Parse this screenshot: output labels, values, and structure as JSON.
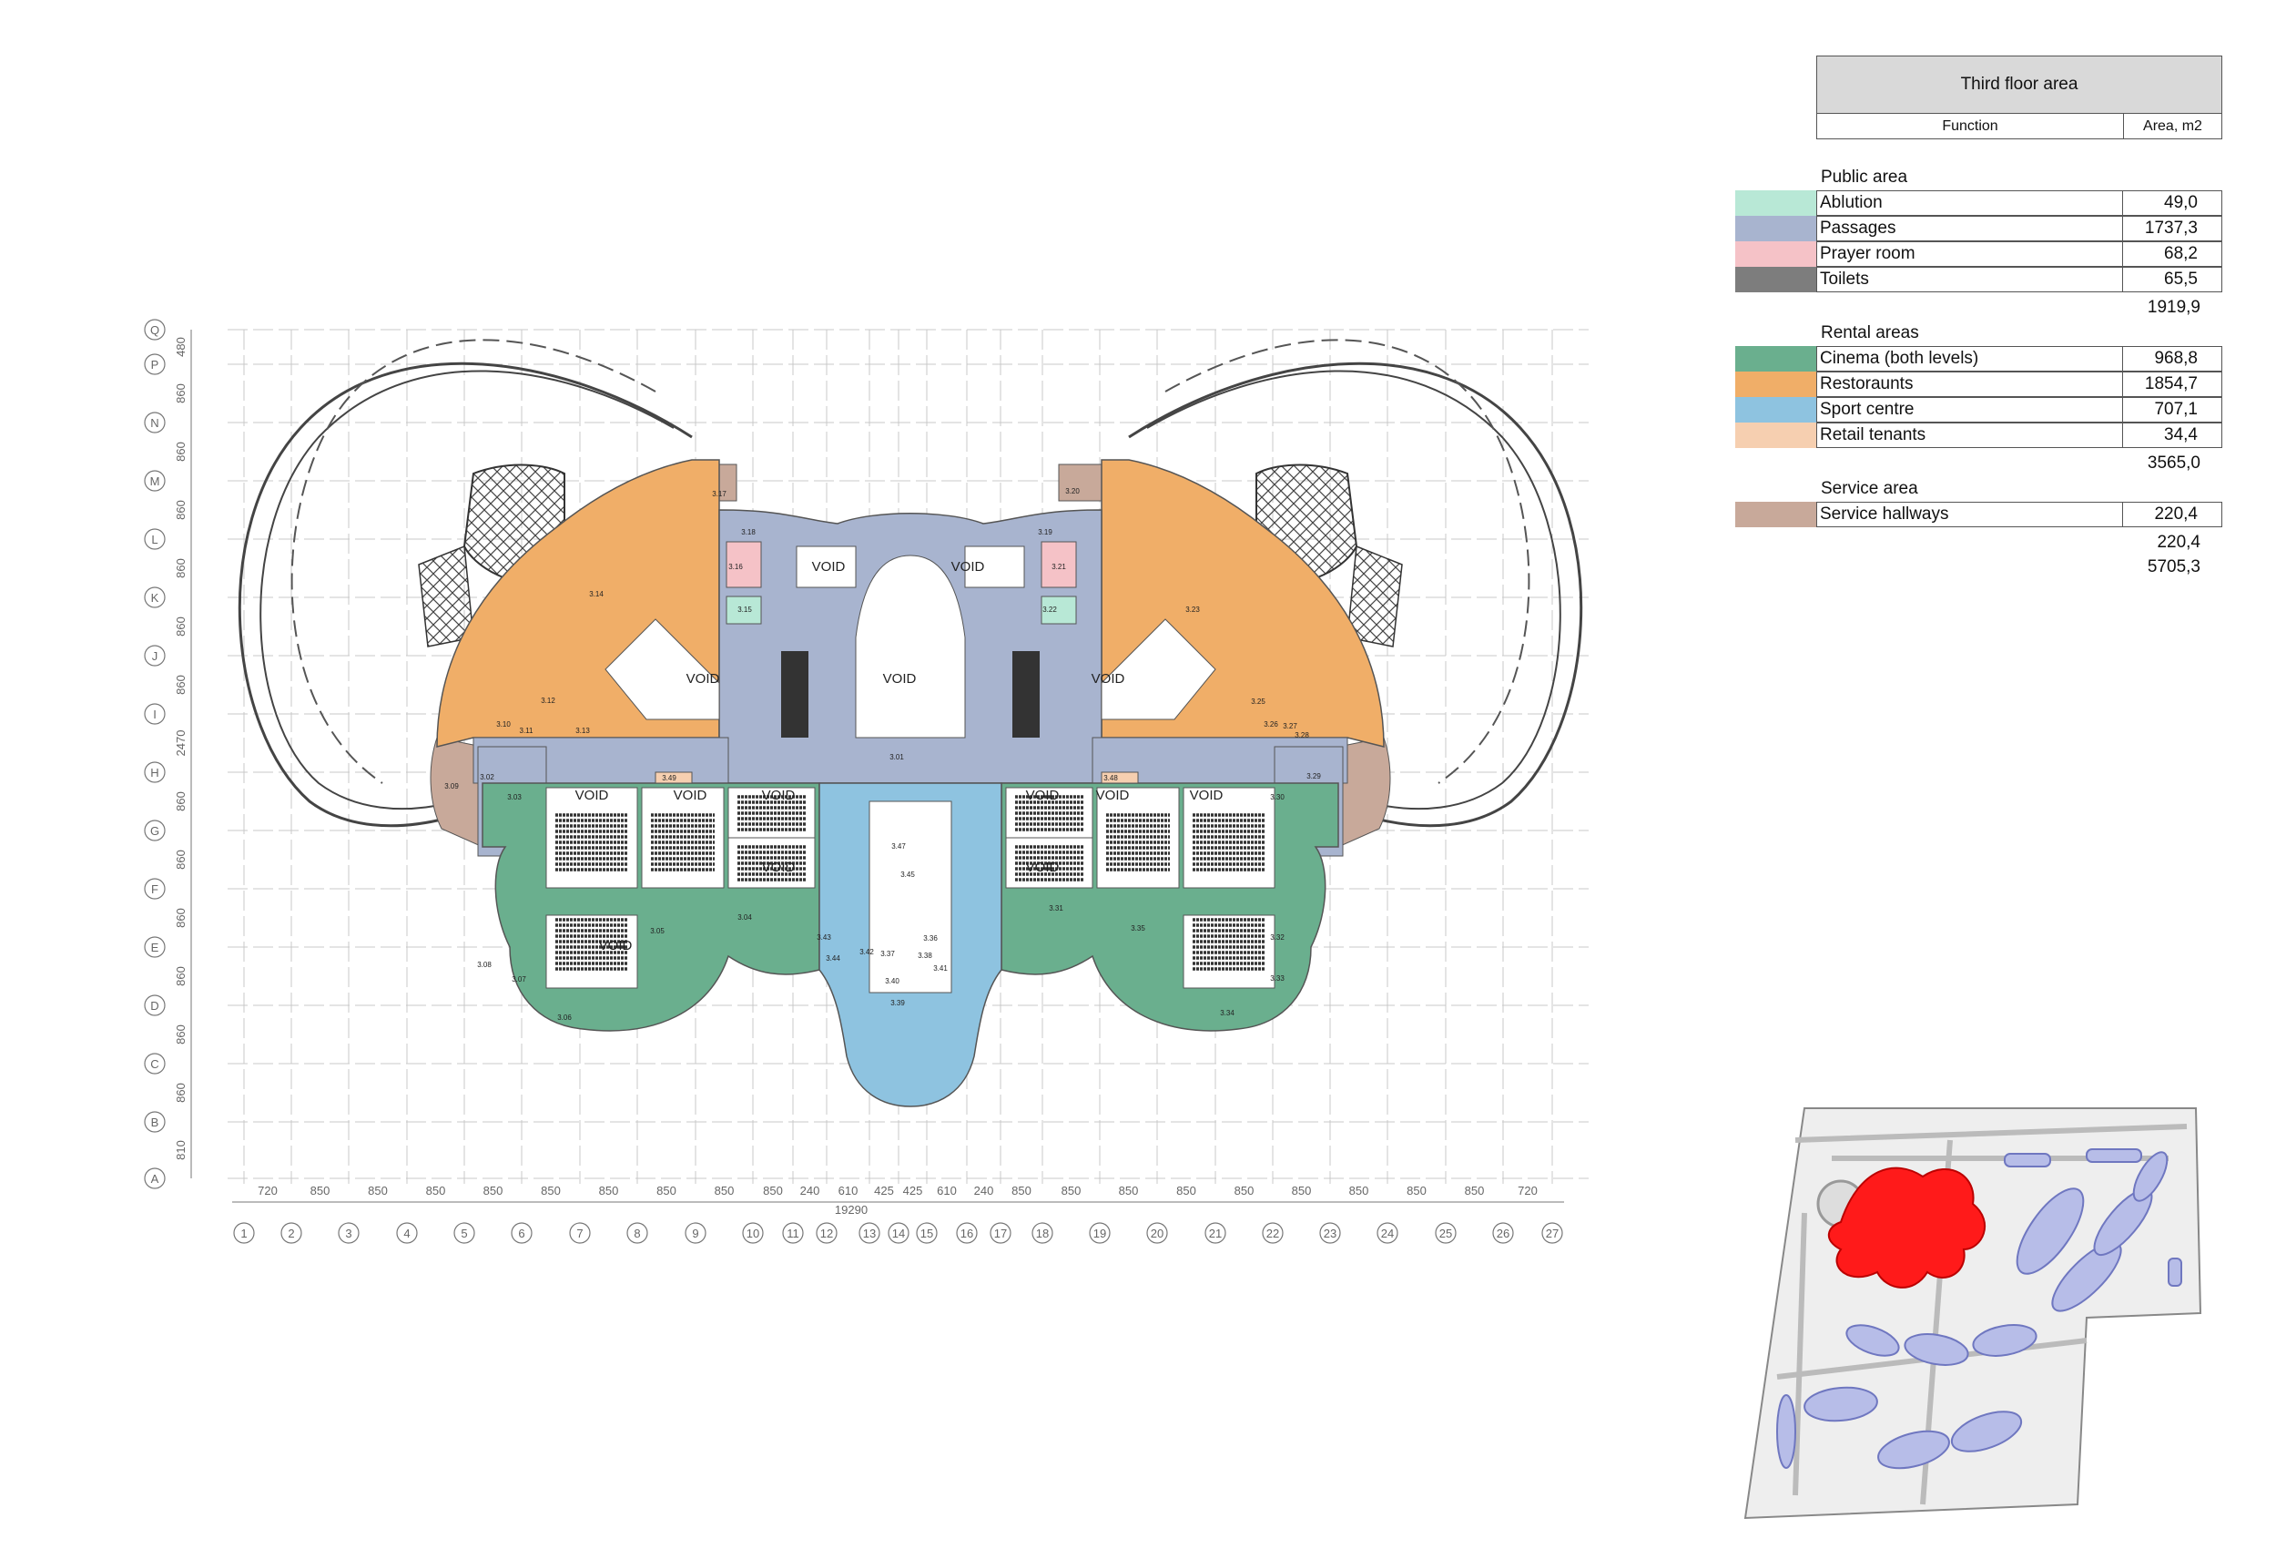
{
  "table": {
    "title": "Third floor area",
    "col_function": "Function",
    "col_area": "Area, m2",
    "sections": [
      {
        "title": "Public area",
        "rows": [
          {
            "name": "Ablution",
            "value": "49,0",
            "color": "#b8e8d6"
          },
          {
            "name": "Passages",
            "value": "1737,3",
            "color": "#a8b4cf"
          },
          {
            "name": "Prayer room",
            "value": "68,2",
            "color": "#f5c2c7"
          },
          {
            "name": "Toilets",
            "value": "65,5",
            "color": "#7d7d7d"
          }
        ],
        "total": "1919,9"
      },
      {
        "title": "Rental areas",
        "rows": [
          {
            "name": "Cinema (both levels)",
            "value": "968,8",
            "color": "#6aaf8e"
          },
          {
            "name": "Restoraunts",
            "value": "1854,7",
            "color": "#f0ae68"
          },
          {
            "name": "Sport centre",
            "value": "707,1",
            "color": "#8ec3e0"
          },
          {
            "name": "Retail tenants",
            "value": "34,4",
            "color": "#f6cfb0"
          }
        ],
        "total": "3565,0"
      },
      {
        "title": "Service area",
        "rows": [
          {
            "name": "Service hallways",
            "value": "220,4",
            "color": "#c8a99a"
          }
        ],
        "total": "220,4"
      }
    ],
    "grand_total": "5705,3"
  },
  "plan": {
    "row_axes": [
      "Q",
      "P",
      "N",
      "M",
      "L",
      "K",
      "J",
      "I",
      "H",
      "G",
      "F",
      "E",
      "D",
      "C",
      "B",
      "A"
    ],
    "row_dims": [
      "480",
      "860",
      "860",
      "860",
      "860",
      "860",
      "860",
      "2470",
      "860",
      "860",
      "860",
      "860",
      "860",
      "860",
      "810"
    ],
    "col_axes": [
      "1",
      "2",
      "3",
      "4",
      "5",
      "6",
      "7",
      "8",
      "9",
      "10",
      "11",
      "12",
      "13",
      "14",
      "15",
      "16",
      "17",
      "18",
      "19",
      "20",
      "21",
      "22",
      "23",
      "24",
      "25",
      "26",
      "27"
    ],
    "col_dims": [
      "720",
      "850",
      "850",
      "850",
      "850",
      "850",
      "850",
      "850",
      "850",
      "850",
      "240",
      "610",
      "425",
      "425",
      "610",
      "240",
      "850",
      "850",
      "850",
      "850",
      "850",
      "850",
      "850",
      "850",
      "850",
      "720"
    ],
    "overall_dim": "19290",
    "void_label": "VOID",
    "room_labels": [
      "3.14",
      "3.23",
      "3.17",
      "3.18",
      "3.16",
      "3.15",
      "3.20",
      "3.19",
      "3.21",
      "3.22",
      "3.12",
      "3.10",
      "3.11",
      "3.13",
      "3.25",
      "3.26",
      "3.27",
      "3.28",
      "3.09",
      "3.02",
      "3.03",
      "3.49",
      "3.01",
      "3.48",
      "3.30",
      "3.29",
      "3.47",
      "3.45",
      "3.04",
      "3.05",
      "3.31",
      "3.35",
      "3.43",
      "3.44",
      "3.37",
      "3.42",
      "3.41",
      "3.38",
      "3.40",
      "3.39",
      "3.36",
      "3.08",
      "3.07",
      "3.06",
      "3.32",
      "3.33",
      "3.34"
    ],
    "colors": {
      "restaurant": "#f0ae68",
      "cinema": "#6aaf8e",
      "sport": "#8ec3e0",
      "passage": "#a8b4cf",
      "service": "#c8a99a",
      "prayer": "#f5c2c7",
      "ablution": "#b8e8d6",
      "retail": "#f6cfb0"
    }
  },
  "minimap": {
    "highlight_color": "#ff1a1a"
  }
}
